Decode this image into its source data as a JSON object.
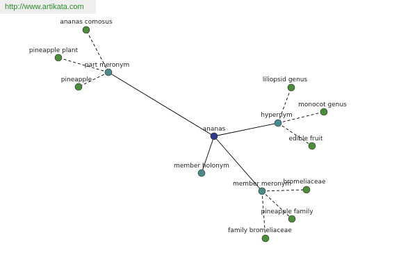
{
  "watermark": {
    "text": "http://www.artikata.com"
  },
  "colors": {
    "center": "#2e3a8c",
    "relation": "#4a8a8a",
    "leaf": "#4c8c3c",
    "watermark_text": "#2e8b2e"
  },
  "graph": {
    "nodes": [
      {
        "id": "ananas",
        "label": "ananas",
        "kind": "center"
      },
      {
        "id": "part-meronym",
        "label": "part meronym",
        "kind": "relation"
      },
      {
        "id": "hypernym",
        "label": "hypernym",
        "kind": "relation"
      },
      {
        "id": "member-holonym",
        "label": "member holonym",
        "kind": "relation"
      },
      {
        "id": "member-meronym",
        "label": "member meronym",
        "kind": "relation"
      },
      {
        "id": "ananas-comosus",
        "label": "ananas comosus",
        "kind": "leaf"
      },
      {
        "id": "pineapple-plant",
        "label": "pineapple plant",
        "kind": "leaf"
      },
      {
        "id": "pineapple",
        "label": "pineapple",
        "kind": "leaf"
      },
      {
        "id": "liliopsid-genus",
        "label": "liliopsid genus",
        "kind": "leaf"
      },
      {
        "id": "monocot-genus",
        "label": "monocot genus",
        "kind": "leaf"
      },
      {
        "id": "edible-fruit",
        "label": "edible fruit",
        "kind": "leaf"
      },
      {
        "id": "bromeliaceae",
        "label": "bromeliaceae",
        "kind": "leaf"
      },
      {
        "id": "pineapple-family",
        "label": "pineapple family",
        "kind": "leaf"
      },
      {
        "id": "family-bromeliaceae",
        "label": "family bromeliaceae",
        "kind": "leaf"
      }
    ],
    "edges": [
      {
        "from": "ananas",
        "to": "part-meronym",
        "style": "solid"
      },
      {
        "from": "ananas",
        "to": "hypernym",
        "style": "solid"
      },
      {
        "from": "ananas",
        "to": "member-holonym",
        "style": "solid"
      },
      {
        "from": "ananas",
        "to": "member-meronym",
        "style": "solid"
      },
      {
        "from": "part-meronym",
        "to": "ananas-comosus",
        "style": "dashed"
      },
      {
        "from": "part-meronym",
        "to": "pineapple-plant",
        "style": "dashed"
      },
      {
        "from": "part-meronym",
        "to": "pineapple",
        "style": "dashed"
      },
      {
        "from": "hypernym",
        "to": "liliopsid-genus",
        "style": "dashed"
      },
      {
        "from": "hypernym",
        "to": "monocot-genus",
        "style": "dashed"
      },
      {
        "from": "hypernym",
        "to": "edible-fruit",
        "style": "dashed"
      },
      {
        "from": "member-meronym",
        "to": "bromeliaceae",
        "style": "dashed"
      },
      {
        "from": "member-meronym",
        "to": "pineapple-family",
        "style": "dashed"
      },
      {
        "from": "member-meronym",
        "to": "family-bromeliaceae",
        "style": "dashed"
      }
    ]
  }
}
